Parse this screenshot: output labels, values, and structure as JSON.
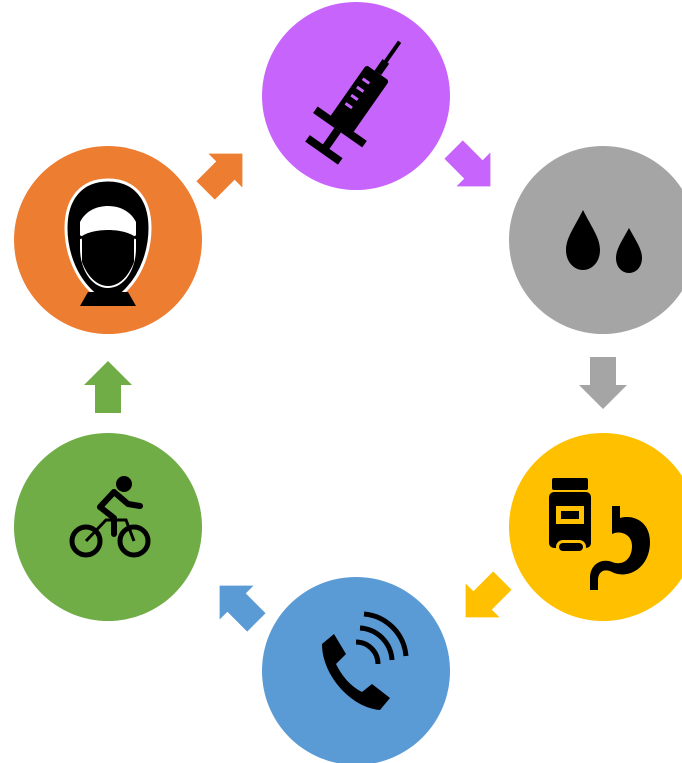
{
  "diagram": {
    "type": "cycle",
    "nodes": [
      {
        "id": "syringe",
        "icon": "syringe-icon",
        "color": "#c764fc"
      },
      {
        "id": "drops",
        "icon": "blood-drops-icon",
        "color": "#a5a5a5"
      },
      {
        "id": "medication",
        "icon": "pill-bottle-stomach-icon",
        "color": "#ffc000"
      },
      {
        "id": "phone",
        "icon": "phone-call-icon",
        "color": "#5b9bd5"
      },
      {
        "id": "cycling",
        "icon": "bicycle-rider-icon",
        "color": "#70ad47"
      },
      {
        "id": "mask",
        "icon": "face-mask-person-icon",
        "color": "#ed7d31"
      }
    ],
    "arrows": [
      {
        "from": "syringe",
        "to": "drops",
        "color": "#c764fc"
      },
      {
        "from": "drops",
        "to": "medication",
        "color": "#a5a5a5"
      },
      {
        "from": "medication",
        "to": "phone",
        "color": "#ffc000"
      },
      {
        "from": "phone",
        "to": "cycling",
        "color": "#5b9bd5"
      },
      {
        "from": "cycling",
        "to": "mask",
        "color": "#70ad47"
      },
      {
        "from": "mask",
        "to": "syringe",
        "color": "#ed7d31"
      }
    ]
  }
}
